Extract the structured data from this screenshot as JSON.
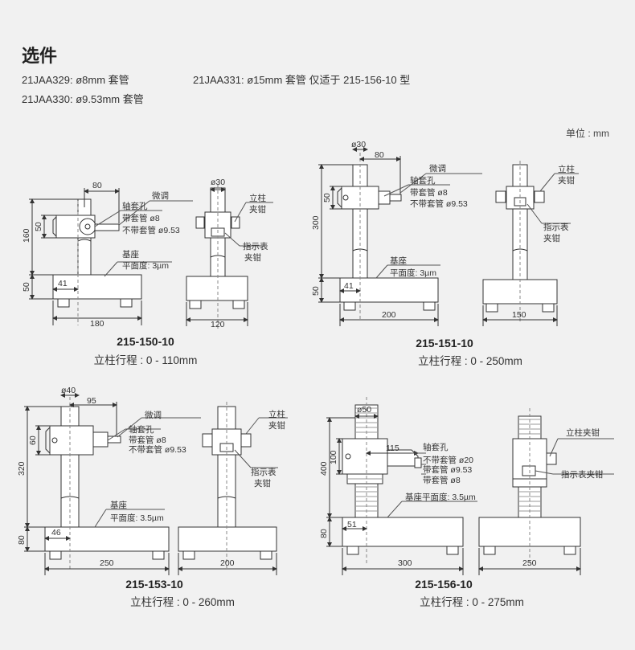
{
  "heading": "选件",
  "options": [
    {
      "code": "21JAA329:",
      "desc": "ø8mm 套管"
    },
    {
      "code": "21JAA331:",
      "desc": "ø15mm 套管 仅适于 215-156-10 型"
    },
    {
      "code": "21JAA330:",
      "desc": "ø9.53mm 套管"
    }
  ],
  "unit_note": "单位 : mm",
  "models": [
    {
      "model": "215-150-10",
      "travel": "立柱行程 : 0 - 110mm",
      "dims": {
        "column_dia": "ø30",
        "arm": "80",
        "height": "160",
        "holder": "50",
        "base_h": "50",
        "offset": "41",
        "base_w": "180",
        "side_w": "120"
      },
      "labels": {
        "fine": "微调",
        "sleeve_hole": "轴套孔",
        "with_sleeve": "带套管 ø8",
        "no_sleeve": "不带套管 ø9.53",
        "base": "基座",
        "flatness": "平面度: 3µm",
        "column": "立柱",
        "clamp": "夹钳",
        "indicator": "指示表",
        "clamp2": "夹钳"
      }
    },
    {
      "model": "215-151-10",
      "travel": "立柱行程 : 0 - 250mm",
      "dims": {
        "column_dia": "ø30",
        "arm": "80",
        "height": "300",
        "holder": "50",
        "base_h": "50",
        "offset": "41",
        "base_w": "200",
        "side_w": "150"
      },
      "labels": {
        "fine": "微调",
        "sleeve_hole": "轴套孔",
        "with_sleeve": "带套管 ø8",
        "no_sleeve": "不带套管 ø9.53",
        "base": "基座",
        "flatness": "平面度: 3µm",
        "column": "立柱",
        "clamp": "夹钳",
        "indicator": "指示表",
        "clamp2": "夹钳"
      }
    },
    {
      "model": "215-153-10",
      "travel": "立柱行程 : 0 - 260mm",
      "dims": {
        "column_dia": "ø40",
        "arm": "95",
        "height": "320",
        "holder": "60",
        "base_h": "80",
        "offset": "46",
        "base_w": "250",
        "side_w": "200"
      },
      "labels": {
        "fine": "微调",
        "sleeve_hole": "轴套孔",
        "with_sleeve": "带套管 ø8",
        "no_sleeve": "不带套管 ø9.53",
        "base": "基座",
        "flatness": "平面度: 3.5µm",
        "column": "立柱",
        "clamp": "夹钳",
        "indicator": "指示表",
        "clamp2": "夹钳"
      }
    },
    {
      "model": "215-156-10",
      "travel": "立柱行程 : 0 - 275mm",
      "dims": {
        "column_dia": "ø50",
        "arm": "115",
        "height": "400",
        "holder": "100",
        "base_h": "80",
        "offset": "51",
        "base_w": "300",
        "side_w": "250"
      },
      "labels": {
        "sleeve_hole": "轴套孔",
        "no_sleeve_20": "不带套管 ø20",
        "with_sleeve_953": "带套管 ø9.53",
        "with_sleeve_8": "带套管 ø8",
        "base_flat": "基座平面度: 3.5µm",
        "column_clamp": "立柱夹钳",
        "indicator_clamp": "指示表夹钳"
      }
    }
  ]
}
